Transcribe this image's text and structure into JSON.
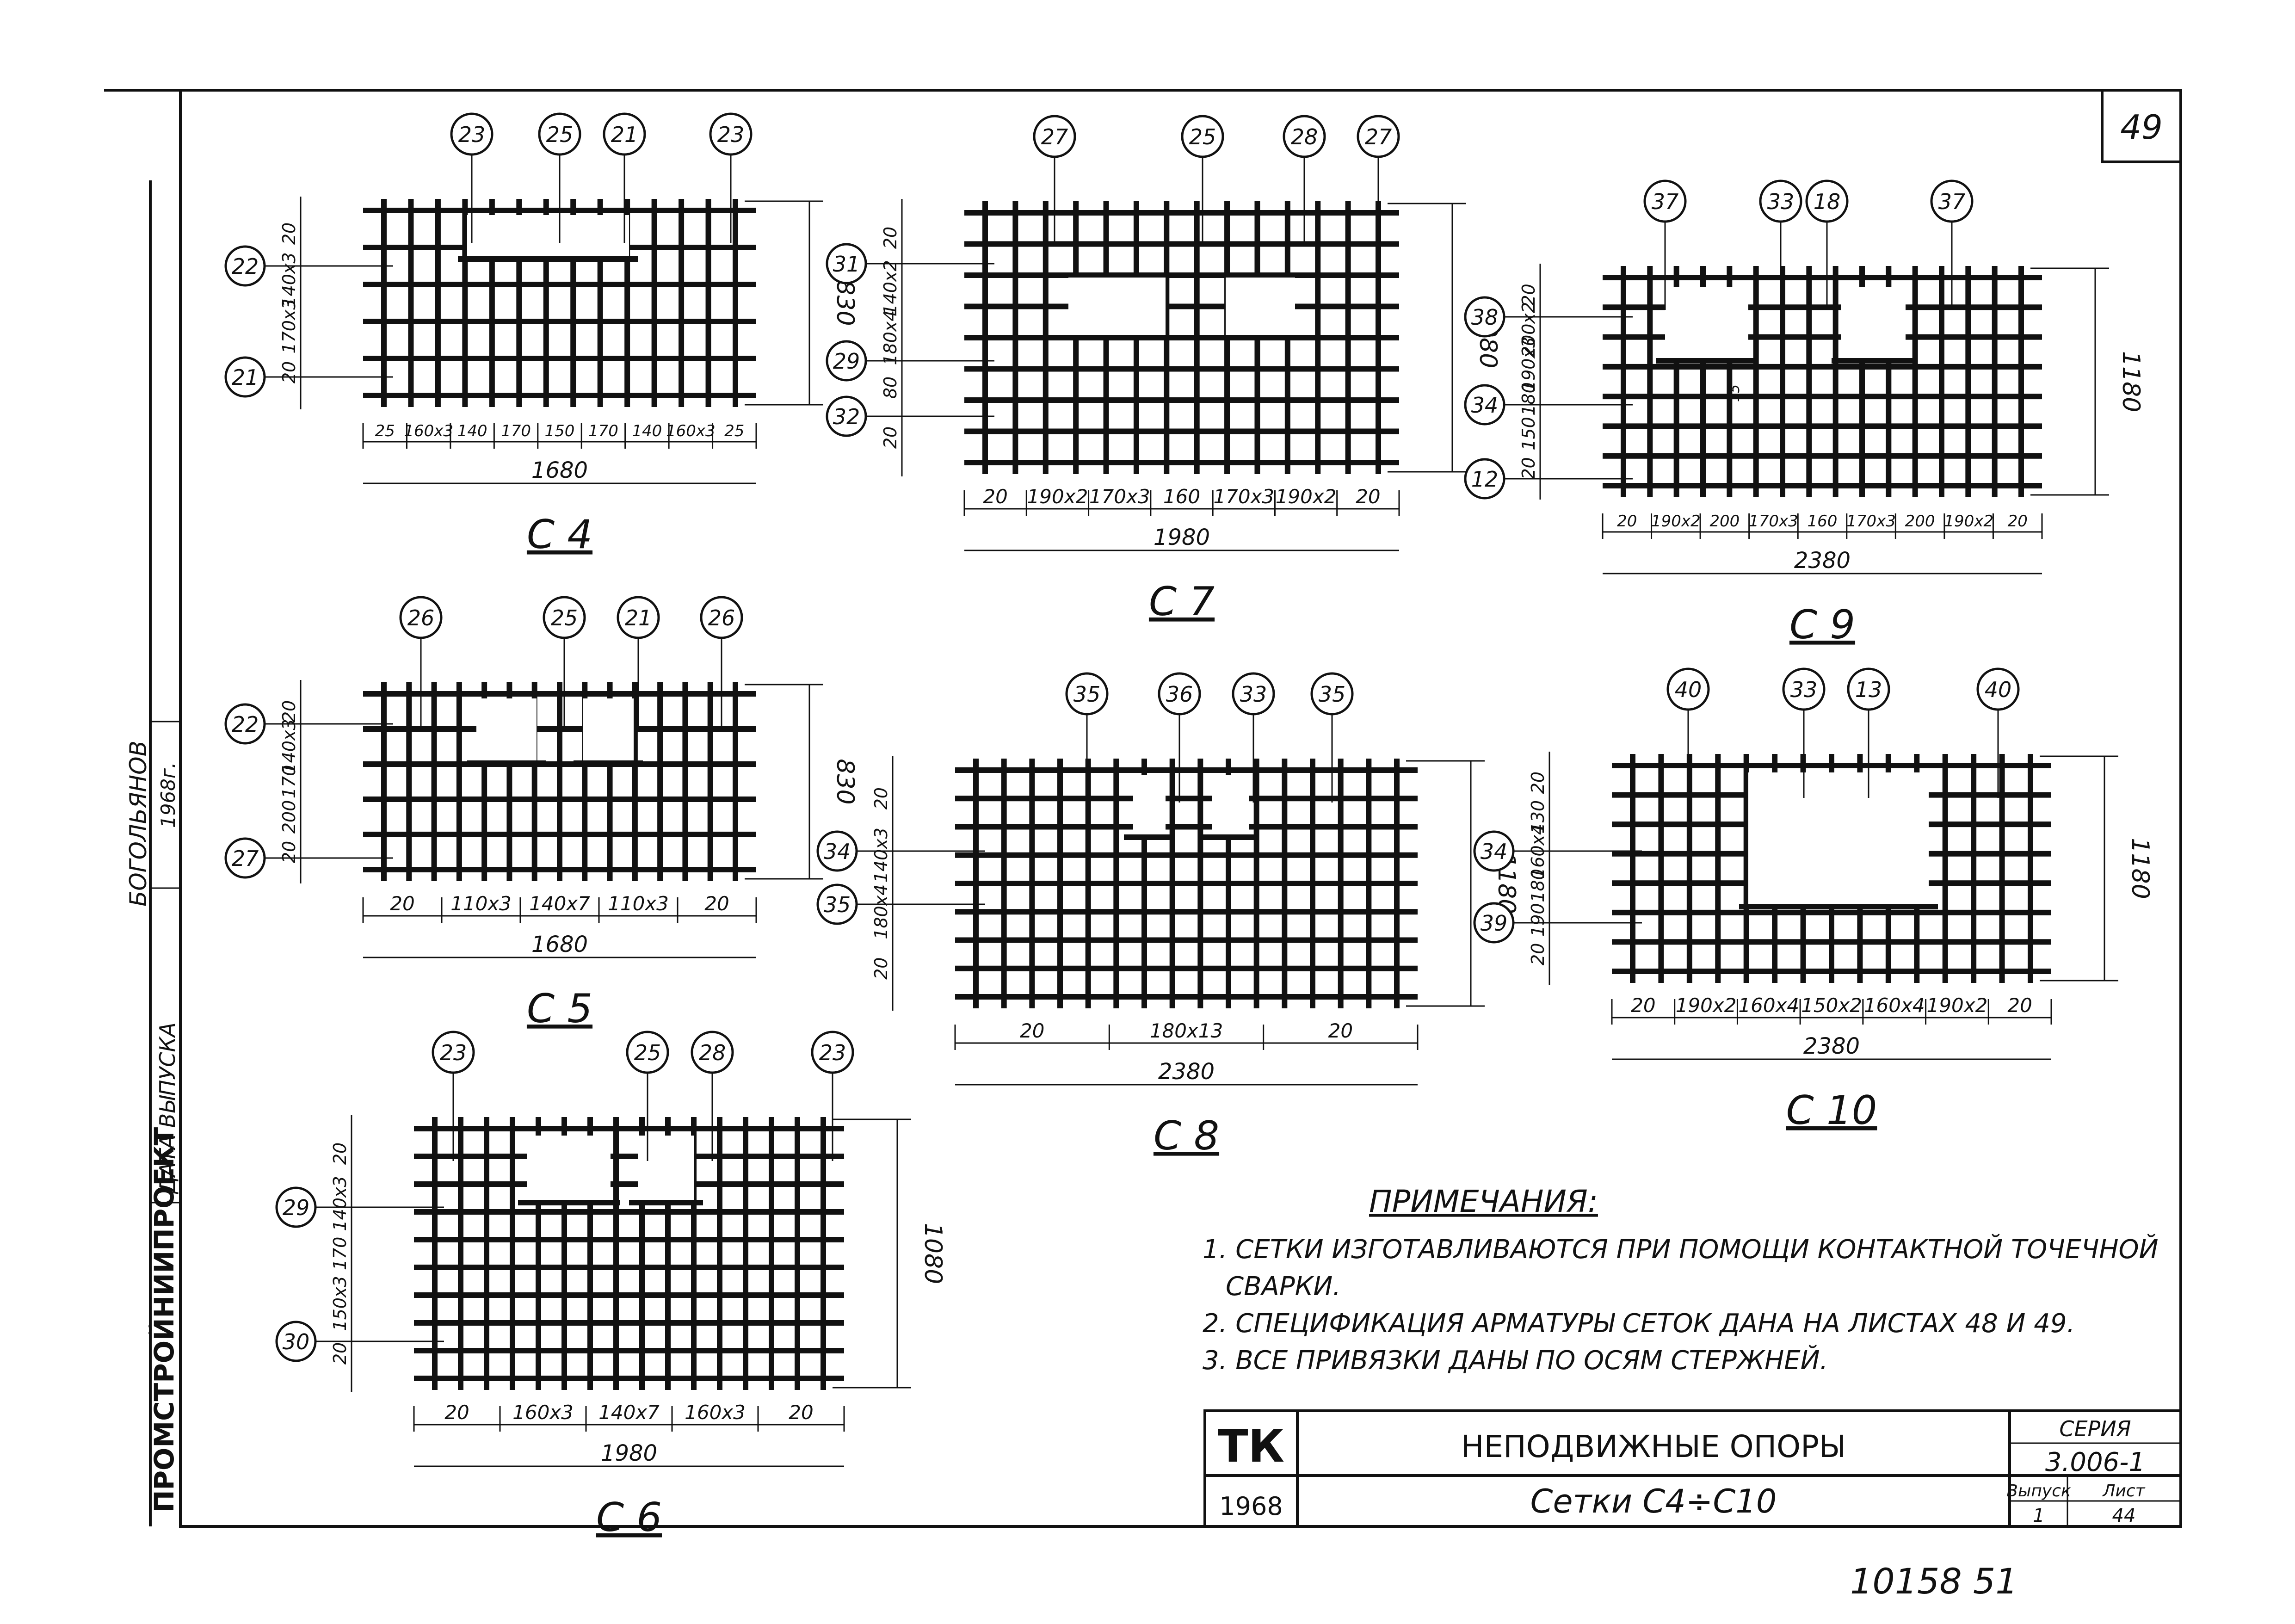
{
  "sheet": {
    "sheet_no": "49",
    "stamp": "10158  51",
    "side_org": "ПРОМСТРОЙНИИПРОЕКТ",
    "side_date_label": "ДАТА ВЫПУСКА",
    "side_name": "БОГОЛЬЯНОВ",
    "side_year": "1968г."
  },
  "meshes": [
    {
      "id": "c4",
      "label": "С 4",
      "top_marks": [
        "23",
        "25",
        "21",
        "23"
      ],
      "left_marks": [
        "22",
        "21"
      ],
      "left_dims": [
        "20",
        "140x3",
        "170x3",
        "20"
      ],
      "bottom_dims": [
        "25",
        "160x3",
        "140",
        "170",
        "150",
        "170",
        "140",
        "160x3",
        "25"
      ],
      "total": "1680",
      "height": "830"
    },
    {
      "id": "c7",
      "label": "С 7",
      "top_marks": [
        "27",
        "25",
        "28",
        "27"
      ],
      "left_marks": [
        "31",
        "29",
        "32"
      ],
      "left_dims": [
        "20",
        "140x2",
        "180x4",
        "80",
        "20"
      ],
      "bottom_dims": [
        "20",
        "190x2",
        "170x3",
        "160",
        "170x3",
        "190x2",
        "20"
      ],
      "total": "1980",
      "height": "1080"
    },
    {
      "id": "c9",
      "label": "С 9",
      "top_marks": [
        "37",
        "33",
        "18",
        "37"
      ],
      "left_marks": [
        "38",
        "34",
        "12"
      ],
      "left_dims": [
        "20",
        "200x2",
        "190x3",
        "180",
        "150",
        "20"
      ],
      "inner_dim": "15",
      "bottom_dims": [
        "20",
        "190x2",
        "200",
        "170x3",
        "160",
        "170x3",
        "200",
        "190x2",
        "20"
      ],
      "total": "2380",
      "height": "1180"
    },
    {
      "id": "c5",
      "label": "С 5",
      "top_marks": [
        "26",
        "25",
        "21",
        "26"
      ],
      "left_marks": [
        "22",
        "27"
      ],
      "left_dims": [
        "20",
        "140x3",
        "170",
        "200",
        "20"
      ],
      "bottom_dims": [
        "20",
        "110x3",
        "140x7",
        "110x3",
        "20"
      ],
      "total": "1680",
      "height": "830"
    },
    {
      "id": "c8",
      "label": "С 8",
      "top_marks": [
        "35",
        "36",
        "33",
        "35"
      ],
      "left_marks": [
        "34",
        "35"
      ],
      "left_dims": [
        "20",
        "140x3",
        "180x4",
        "20"
      ],
      "bottom_dims": [
        "20",
        "180x13",
        "20"
      ],
      "total": "2380",
      "height": "1180"
    },
    {
      "id": "c10",
      "label": "С 10",
      "top_marks": [
        "40",
        "33",
        "13",
        "40"
      ],
      "left_marks": [
        "34",
        "39"
      ],
      "left_dims": [
        "20",
        "130",
        "160x4",
        "180",
        "190",
        "20"
      ],
      "bottom_dims": [
        "20",
        "190x2",
        "160x4",
        "150x2",
        "160x4",
        "190x2",
        "20"
      ],
      "total": "2380",
      "height": "1180"
    },
    {
      "id": "c6",
      "label": "С 6",
      "top_marks": [
        "23",
        "25",
        "28",
        "23"
      ],
      "left_marks": [
        "29",
        "30"
      ],
      "left_dims": [
        "20",
        "140x3",
        "170",
        "150x3",
        "20"
      ],
      "bottom_dims": [
        "20",
        "160x3",
        "140x7",
        "160x3",
        "20"
      ],
      "total": "1980",
      "height": "1080"
    }
  ],
  "notes": {
    "heading": "ПРИМЕЧАНИЯ:",
    "items": [
      "1. СЕТКИ ИЗГОТАВЛИВАЮТСЯ ПРИ ПОМОЩИ КОНТАКТНОЙ ТОЧЕЧНОЙ",
      "СВАРКИ.",
      "2. СПЕЦИФИКАЦИЯ АРМАТУРЫ СЕТОК ДАНА НА ЛИСТАХ 48 И 49.",
      "3. ВСЕ ПРИВЯЗКИ ДАНЫ ПО ОСЯМ СТЕРЖНЕЙ."
    ]
  },
  "title_block": {
    "logo": "ТК",
    "year": "1968",
    "project": "НЕПОДВИЖНЫЕ ОПОРЫ",
    "drawing": "Сетки С4÷С10",
    "series_label": "СЕРИЯ",
    "series": "3.006-1",
    "issue_label": "Выпуск",
    "issue": "1",
    "sheet_label": "Лист",
    "sheet": "44"
  }
}
